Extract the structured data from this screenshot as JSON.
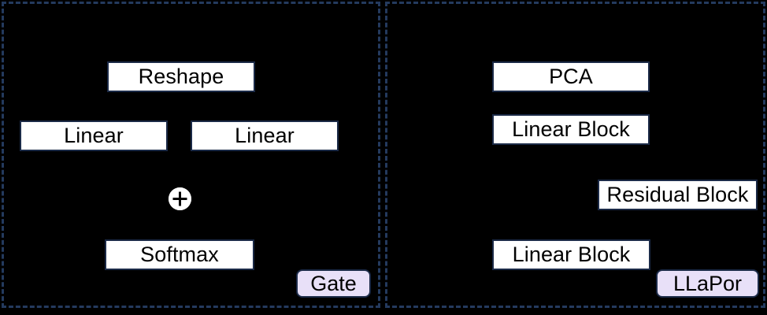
{
  "diagram": {
    "background_color": "#000000",
    "panel_border_color": "#243a5e",
    "node_fill_color": "#ffffff",
    "node_border_color": "#1b2a47",
    "badge_fill_color": "#e8e0f8",
    "panels": [
      {
        "id": "gate",
        "label": "Gate",
        "nodes": [
          {
            "id": "reshape",
            "label": "Reshape",
            "shape": "rect"
          },
          {
            "id": "linear-left",
            "label": "Linear",
            "shape": "rect"
          },
          {
            "id": "linear-right",
            "label": "Linear",
            "shape": "rect"
          },
          {
            "id": "add",
            "label": "+",
            "shape": "circle-operator"
          },
          {
            "id": "softmax",
            "label": "Softmax",
            "shape": "rect"
          }
        ]
      },
      {
        "id": "llapor",
        "label": "LLaPor",
        "nodes": [
          {
            "id": "pca",
            "label": "PCA",
            "shape": "rect"
          },
          {
            "id": "linear-block-1",
            "label": "Linear Block",
            "shape": "rect"
          },
          {
            "id": "residual-block",
            "label": "Residual Block",
            "shape": "rect"
          },
          {
            "id": "linear-block-2",
            "label": "Linear Block",
            "shape": "rect"
          }
        ]
      }
    ]
  }
}
